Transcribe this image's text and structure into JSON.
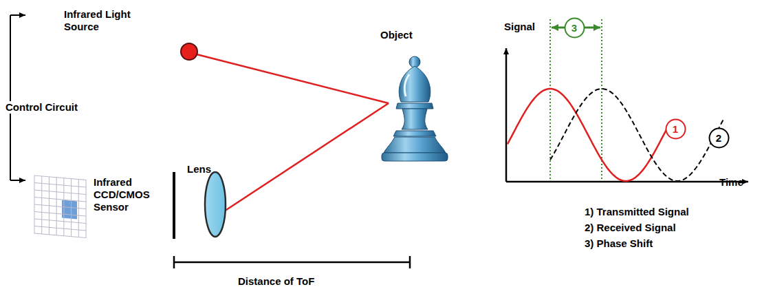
{
  "diagram": {
    "nodes": [
      {
        "text": [
          "3"
        ]
      },
      {
        "text": [
          "1"
        ]
      },
      {
        "text": [
          "2"
        ]
      }
    ],
    "labels": [
      "Infrared Light Source",
      "Object",
      "Control Circuit",
      "Lens",
      "Infrared CCD/CMOS Sensor",
      "Distance of ToF",
      "Signal",
      "Time",
      "1) Transmitted Signal",
      "2) Received Signal",
      "3) Phase Shift"
    ]
  }
}
